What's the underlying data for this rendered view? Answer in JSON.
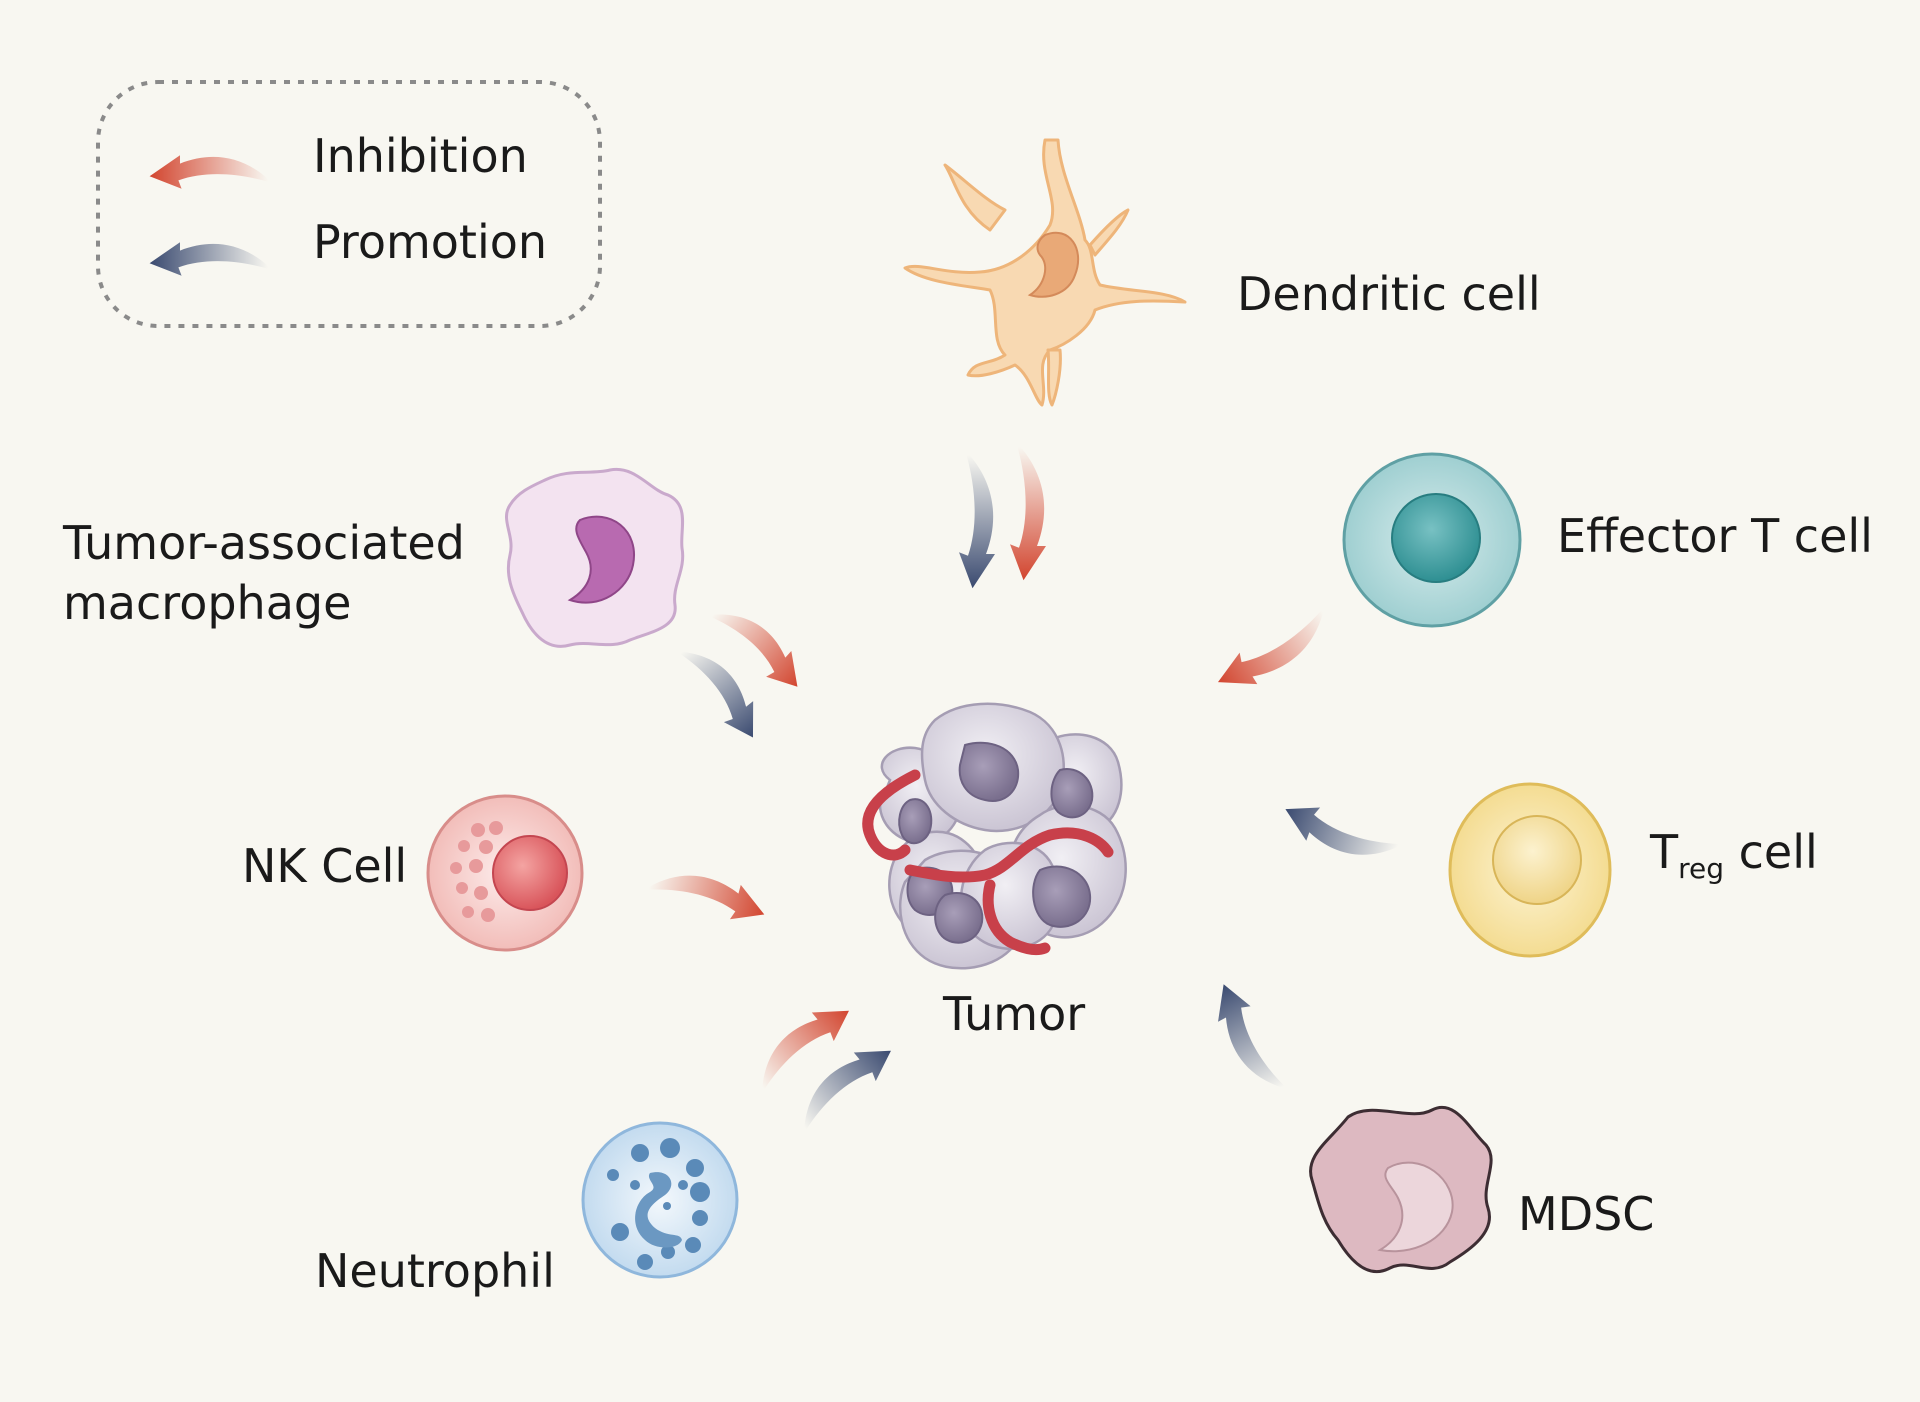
{
  "legend": {
    "inhibition_label": "Inhibition",
    "promotion_label": "Promotion",
    "inhibition_color": "#d2452f",
    "promotion_color": "#3a4a70"
  },
  "cells": {
    "dendritic": {
      "label": "Dendritic cell",
      "color": "#f7d3a8"
    },
    "effector_t": {
      "label": "Effector T cell",
      "color": "#a9d4d6"
    },
    "treg": {
      "label_main": "T",
      "label_sub": "reg",
      "label_tail": " cell",
      "color": "#f6e3a4"
    },
    "mdsc": {
      "label": "MDSC",
      "color": "#dcb6bf"
    },
    "neutrophil": {
      "label": "Neutrophil",
      "color": "#cfe2f2"
    },
    "nk": {
      "label": "NK Cell",
      "color": "#f6c8c4"
    },
    "tam": {
      "label_line1": "Tumor-associated",
      "label_line2": "macrophage",
      "color": "#efdcee"
    },
    "tumor": {
      "label": "Tumor",
      "color": "#d8d3e0",
      "vessel_color": "#c8404a"
    }
  }
}
